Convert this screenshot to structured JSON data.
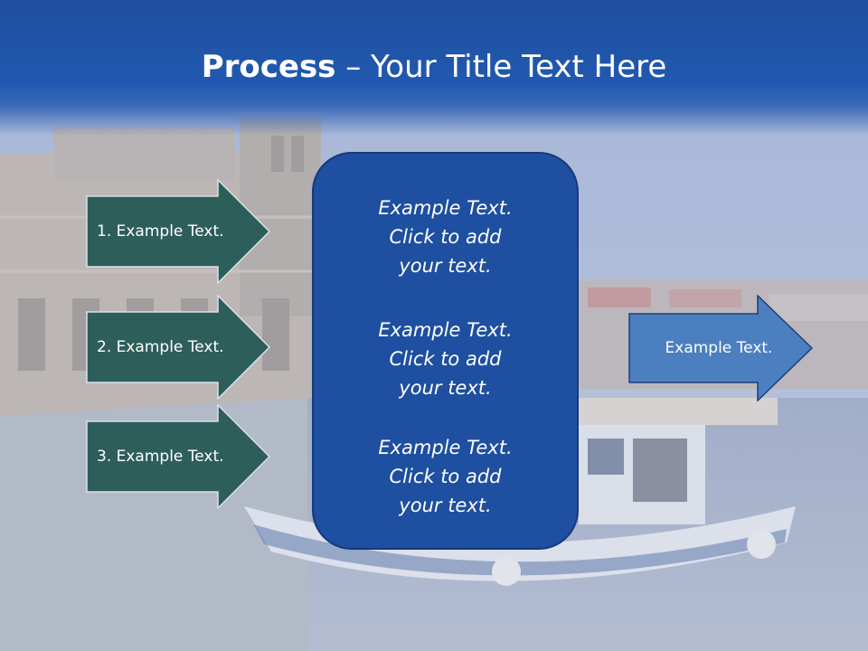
{
  "title": {
    "bold": "Process",
    "rest": " – Your Title Text Here"
  },
  "steps": [
    {
      "label": "1. Example Text."
    },
    {
      "label": "2. Example Text."
    },
    {
      "label": "3. Example Text."
    }
  ],
  "panel": {
    "blocks": [
      {
        "line1": "Example Text.",
        "line2": "Click  to add",
        "line3": "your text."
      },
      {
        "line1": "Example Text.",
        "line2": "Click  to add",
        "line3": "your text."
      },
      {
        "line1": "Example Text.",
        "line2": "Click  to add",
        "line3": "your text."
      }
    ]
  },
  "result": {
    "label": "Example Text."
  },
  "colors": {
    "title_band": "#2159b0",
    "step_arrow_fill": "#2e5e5a",
    "panel_fill": "#1e4fa0",
    "result_arrow_fill": "#4b7fc0"
  }
}
